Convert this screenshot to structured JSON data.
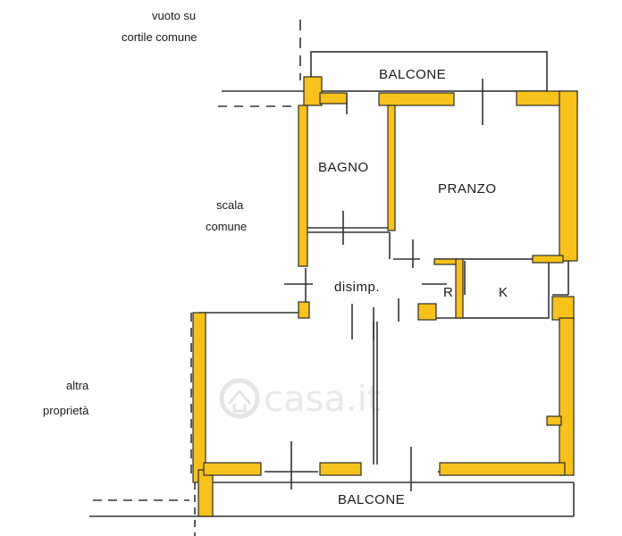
{
  "notes": {
    "courtyard_line1": "vuoto su",
    "courtyard_line2": "cortile comune",
    "stair_line1": "scala",
    "stair_line2": "comune",
    "other_line1": "altra",
    "other_line2": "proprietà"
  },
  "rooms": {
    "balcone_top": "BALCONE",
    "bagno": "BAGNO",
    "pranzo": "PRANZO",
    "disimpegno": "disimp.",
    "ripostiglio": "R",
    "cucina": "K",
    "balcone_bottom": "BALCONE"
  },
  "watermark": {
    "brand": "casa.it"
  },
  "colors": {
    "wall_fill": "#f7c21b",
    "wall_outline": "#2b2b2b",
    "line": "#333333"
  }
}
